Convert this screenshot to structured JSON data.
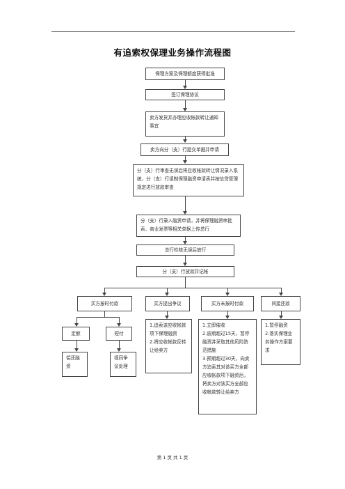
{
  "title": "有追索权保理业务操作流程图",
  "steps": {
    "s1": "保理方案及保理额度获得批准",
    "s2": "签订保理协议",
    "s3": "卖方发货并办理应收帐款转让通知事宜",
    "s4": "卖方向分（支）行提交单据并申请",
    "s5": "分（支）行审查无误后将应收帐款转让情况录入系统，分（支）行填制保理融资申请表并按信贷管理规定进行放款审查",
    "s6": "分（支）行录入融资申请，并将保理融资审批表、商业发票等相关单据上传总行",
    "s7": "总行检核无误后放行",
    "s8": "分（支）行放款并记帐"
  },
  "branches": {
    "b1": "买方按时付款",
    "b2": "买方提出争议",
    "b3": "买方未按时付款",
    "b4": "间接还款"
  },
  "subs": {
    "fixed": "定额",
    "short": "短付",
    "repay": "偿还融资",
    "dispute": "视同争议处理"
  },
  "details": {
    "d2": [
      "1.追索该应收帐款项下保理融资",
      "2.将应收帐款反转让给卖方"
    ],
    "d3": [
      "1.立即催收",
      "2.逾期超过15天，暂停融资并采取其他风险防范措施",
      "3.预期超过30天，向卖方追索其对该买方全部应收帐款项下融资后，将卖方对该买方全部应收帐款转让给卖方"
    ],
    "d4": [
      "1.暂停融资",
      "2.落实保理业务操作方案要求"
    ]
  },
  "footer": "第 1 页 共 1 页"
}
